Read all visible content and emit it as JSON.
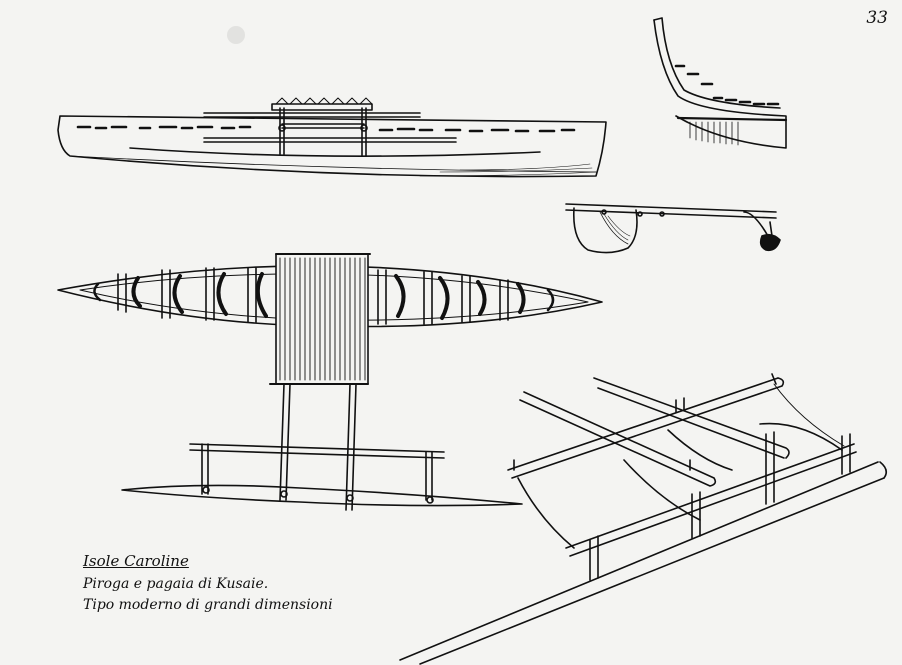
{
  "page": {
    "number": "33"
  },
  "caption": {
    "title": "Isole Caroline",
    "line1": "Piroga e pagaia di Kusaie.",
    "line2": "Tipo moderno di grandi dimensioni"
  },
  "colors": {
    "paper": "#f4f4f2",
    "ink": "#111111",
    "border": "#2a2a2a"
  }
}
